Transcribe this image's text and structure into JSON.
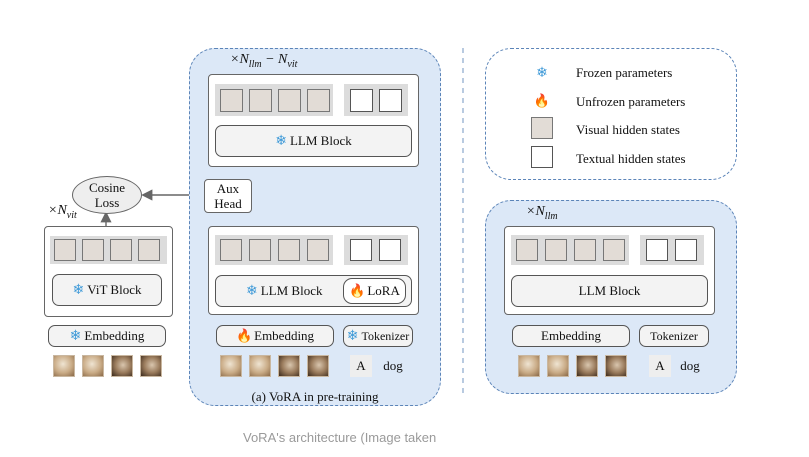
{
  "pretrain": {
    "repeat": "×N",
    "repeat_sub1": "llm",
    "repeat_minus": " − N",
    "repeat_sub2": "vit",
    "llm_block_top": "LLM Block",
    "llm_block_bottom": "LLM Block",
    "lora": "LoRA",
    "aux_head_line1": "Aux",
    "aux_head_line2": "Head",
    "embedding": "Embedding",
    "tokenizer": "Tokenizer",
    "caption": "(a) VoRA in pre-training",
    "tokens": [
      "A",
      "dog"
    ]
  },
  "vit": {
    "repeat": "×N",
    "repeat_sub": "vit",
    "block": "ViT Block",
    "embedding": "Embedding",
    "cosine_line1": "Cosine",
    "cosine_line2": "Loss"
  },
  "legend": {
    "frozen": "Frozen parameters",
    "unfrozen": "Unfrozen parameters",
    "visual": "Visual hidden states",
    "textual": "Textual hidden states"
  },
  "inference": {
    "repeat": "×N",
    "repeat_sub": "llm",
    "block": "LLM Block",
    "embedding": "Embedding",
    "tokenizer": "Tokenizer",
    "tokens": [
      "A",
      "dog"
    ]
  },
  "icons": {
    "frozen": "snowflake-icon",
    "unfrozen": "fire-icon"
  },
  "colors": {
    "panel_fill": "#dce8f7",
    "panel_border": "#5b84b8",
    "snowflake": "#3f9ad8",
    "fire": "#e8641b"
  },
  "footer": {
    "caption": "VoRA's architecture (Image taken"
  }
}
